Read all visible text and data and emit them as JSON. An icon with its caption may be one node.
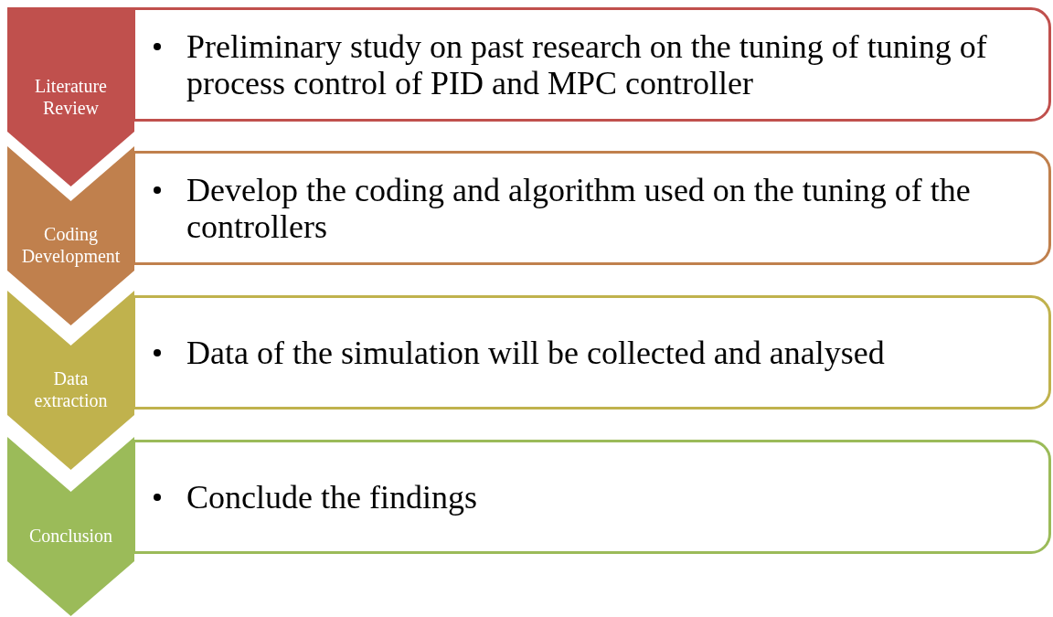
{
  "diagram": {
    "nodes": [
      {
        "text": [
          "Literature Review"
        ]
      },
      {
        "text": [
          "Preliminary study on past research on the tuning of tuning of process control of PID and MPC controller"
        ]
      },
      {
        "text": [
          "Coding Development"
        ]
      },
      {
        "text": [
          "Develop the coding and algorithm used on the tuning of the controllers"
        ]
      },
      {
        "text": [
          "Data extraction"
        ]
      },
      {
        "text": [
          "Data of the simulation will be collected and analysed"
        ]
      },
      {
        "text": [
          "Conclusion"
        ]
      },
      {
        "text": [
          "Conclude the findings"
        ]
      }
    ]
  }
}
